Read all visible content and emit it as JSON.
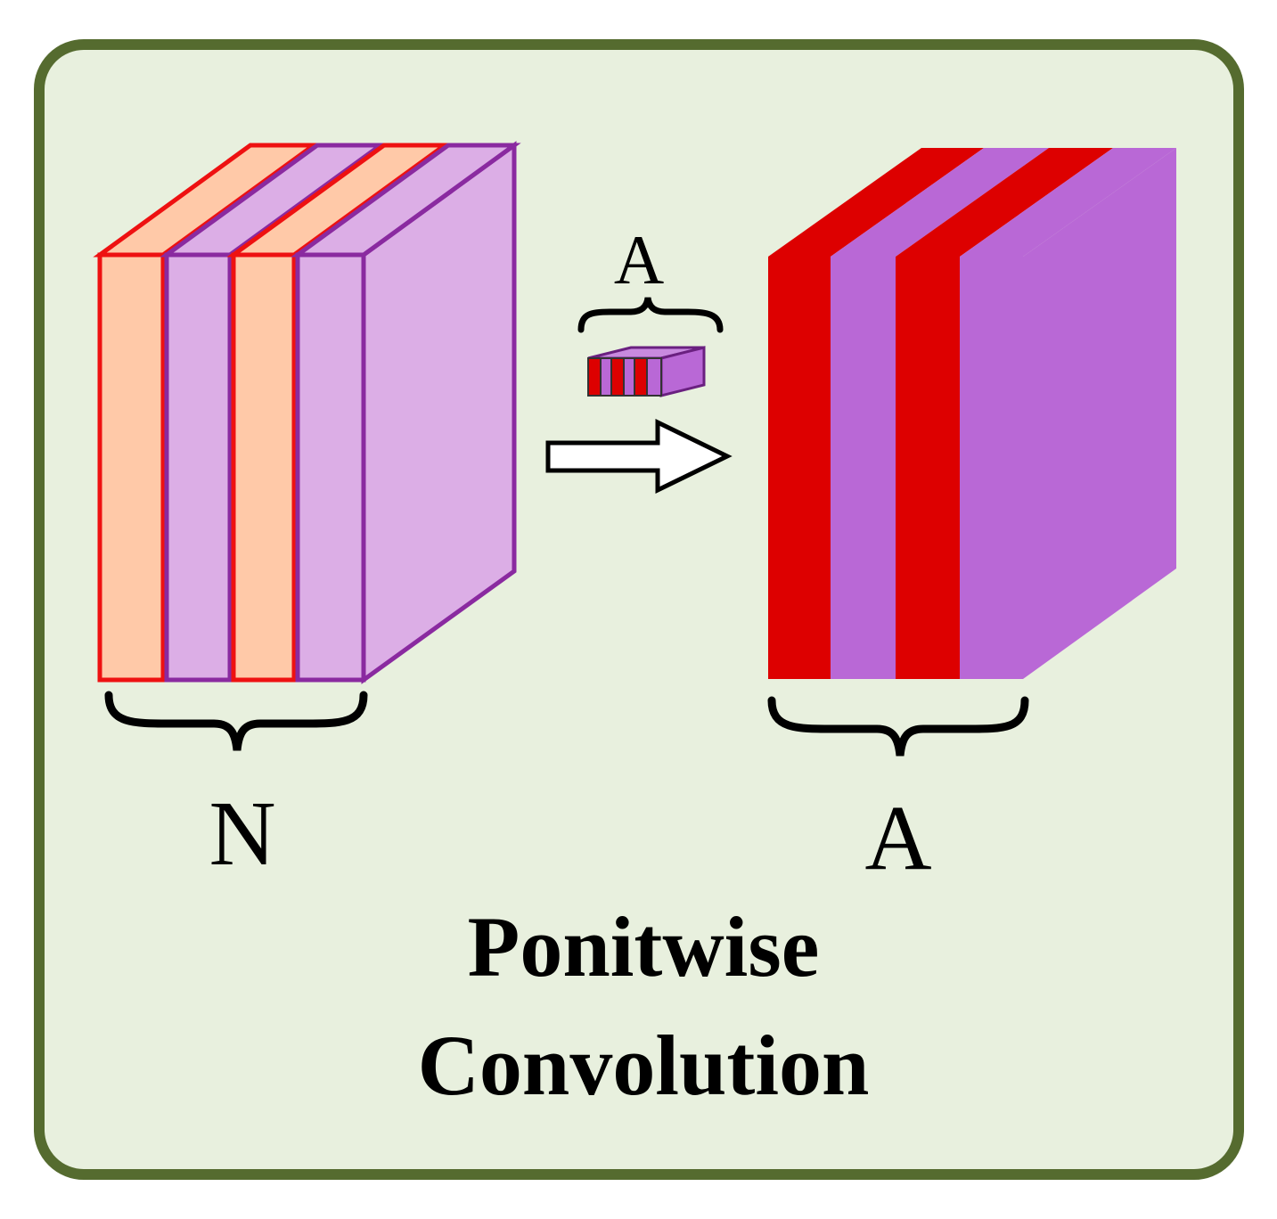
{
  "labels": {
    "input_channels": "N",
    "kernel_channels": "A",
    "output_channels": "A",
    "caption_line1": "Ponitwise",
    "caption_line2": "Convolution"
  },
  "colors": {
    "panel_fill": "#e8f0de",
    "panel_border": "#556b2f",
    "input_red_face": "#ffc9a8",
    "input_red_stroke": "#ee1111",
    "input_purple_face": "#dcaee6",
    "input_purple_stroke": "#8a2aa0",
    "output_red": "#dd0000",
    "output_purple": "#b968d6",
    "arrow_fill": "#ffffff",
    "arrow_stroke": "#000000",
    "brace": "#000000"
  }
}
